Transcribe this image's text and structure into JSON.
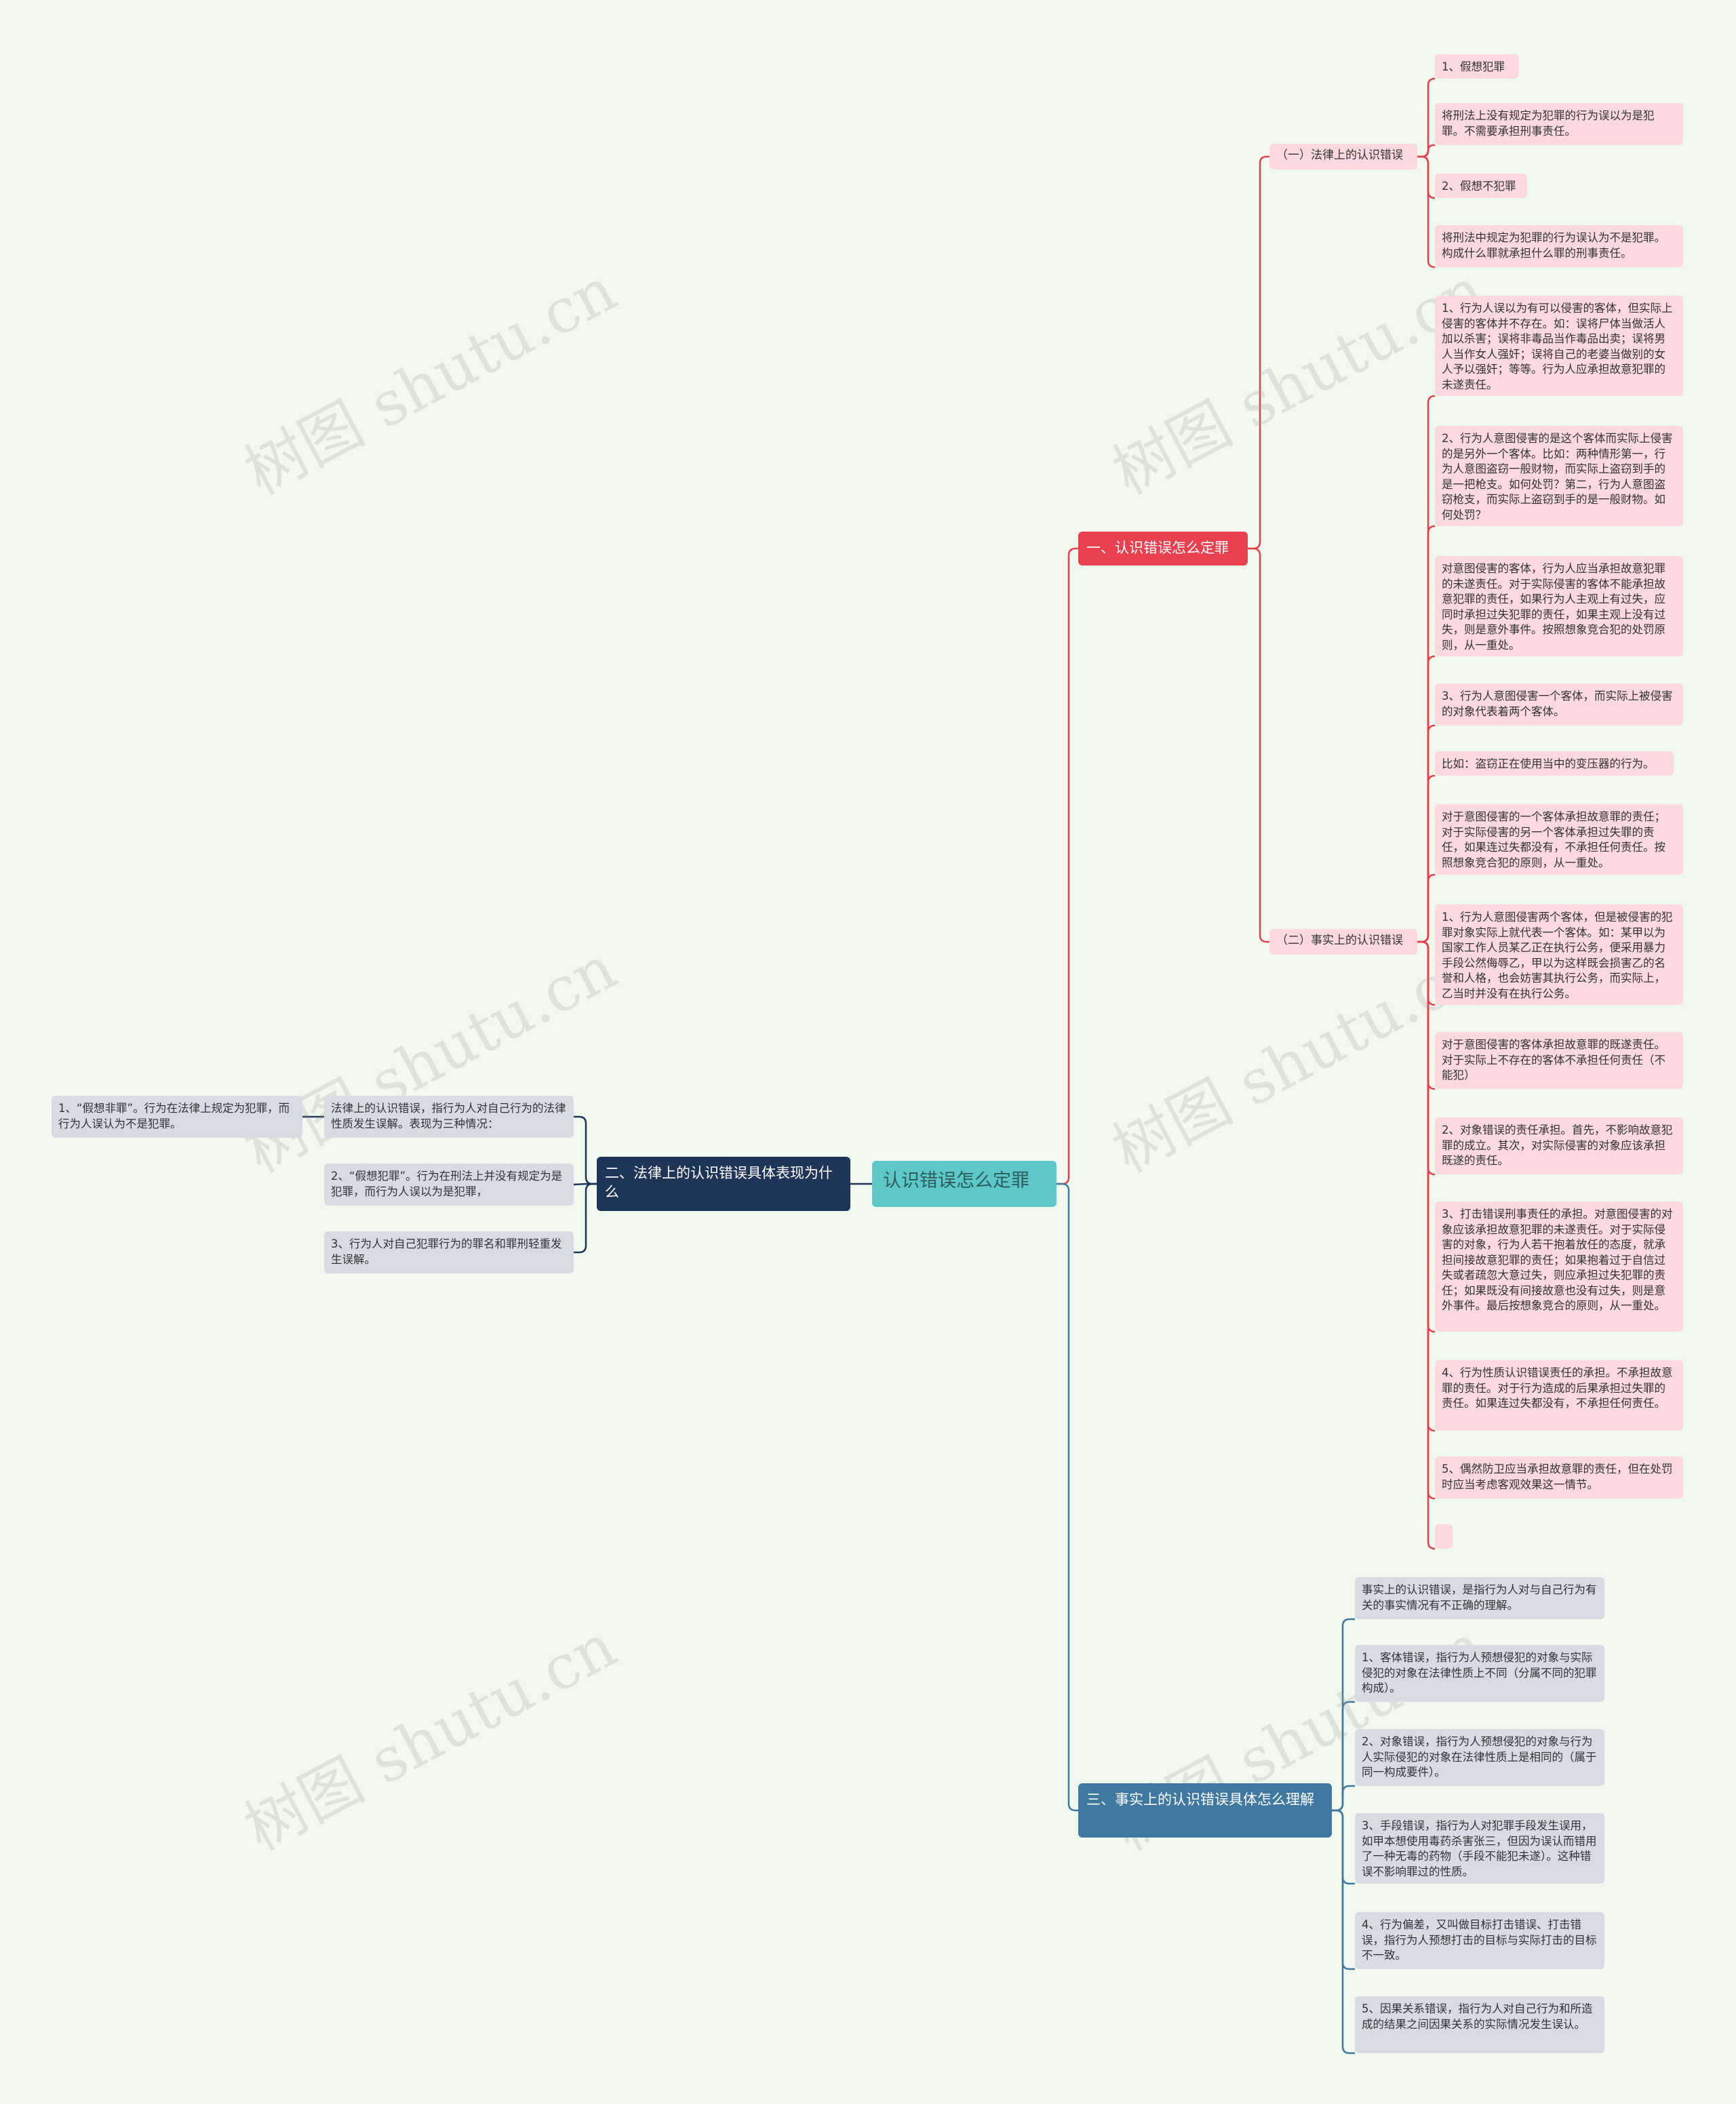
{
  "watermark": "树图 shutu.cn",
  "root": "认识错误怎么定罪",
  "branch1": {
    "title": "一、认识错误怎么定罪",
    "sub1": {
      "title": "（一）法律上的认识错误",
      "items": [
        "1、假想犯罪",
        "将刑法上没有规定为犯罪的行为误以为是犯罪。不需要承担刑事责任。",
        "2、假想不犯罪",
        "将刑法中规定为犯罪的行为误认为不是犯罪。构成什么罪就承担什么罪的刑事责任。"
      ]
    },
    "sub2": {
      "title": "（二）事实上的认识错误",
      "items": [
        "1、行为人误以为有可以侵害的客体，但实际上侵害的客体并不存在。如：误将尸体当做活人加以杀害；误将非毒品当作毒品出卖；误将男人当作女人强奸；误将自己的老婆当做别的女人予以强奸；等等。行为人应承担故意犯罪的未遂责任。",
        "2、行为人意图侵害的是这个客体而实际上侵害的是另外一个客体。比如：两种情形第一，行为人意图盗窃一般财物，而实际上盗窃到手的是一把枪支。如何处罚？第二，行为人意图盗窃枪支，而实际上盗窃到手的是一般财物。如何处罚？",
        "对意图侵害的客体，行为人应当承担故意犯罪的未遂责任。对于实际侵害的客体不能承担故意犯罪的责任，如果行为人主观上有过失，应同时承担过失犯罪的责任，如果主观上没有过失，则是意外事件。按照想象竞合犯的处罚原则，从一重处。",
        "3、行为人意图侵害一个客体，而实际上被侵害的对象代表着两个客体。",
        "比如：盗窃正在使用当中的变压器的行为。",
        "对于意图侵害的一个客体承担故意罪的责任；对于实际侵害的另一个客体承担过失罪的责任，如果连过失都没有，不承担任何责任。按照想象竞合犯的原则，从一重处。",
        "1、行为人意图侵害两个客体，但是被侵害的犯罪对象实际上就代表一个客体。如：某甲以为国家工作人员某乙正在执行公务，便采用暴力手段公然侮辱乙，甲以为这样既会损害乙的名誉和人格，也会妨害其执行公务，而实际上，乙当时并没有在执行公务。",
        "对于意图侵害的客体承担故意罪的既遂责任。对于实际上不存在的客体不承担任何责任（不能犯）",
        "2、对象错误的责任承担。首先，不影响故意犯罪的成立。其次，对实际侵害的对象应该承担既遂的责任。",
        "3、打击错误刑事责任的承担。对意图侵害的对象应该承担故意犯罪的未遂责任。对于实际侵害的对象，行为人若干抱着放任的态度，就承担间接故意犯罪的责任；如果抱着过于自信过失或者疏忽大意过失，则应承担过失犯罪的责任；如果既没有间接故意也没有过失，则是意外事件。最后按想象竞合的原则，从一重处。",
        "4、行为性质认识错误责任的承担。不承担故意罪的责任。对于行为造成的后果承担过失罪的责任。如果连过失都没有，不承担任何责任。",
        "5、偶然防卫应当承担故意罪的责任，但在处罚时应当考虑客观效果这一情节。",
        ""
      ]
    }
  },
  "branch2": {
    "title": "二、法律上的认识错误具体表现为什么",
    "items": [
      "法律上的认识错误，指行为人对自己行为的法律性质发生误解。表现为三种情况：",
      "2、“假想犯罪”。行为在刑法上并没有规定为是犯罪，而行为人误以为是犯罪，",
      "3、行为人对自己犯罪行为的罪名和罪刑轻重发生误解。"
    ],
    "left_item": "1、“假想非罪”。行为在法律上规定为犯罪，而行为人误认为不是犯罪。"
  },
  "branch3": {
    "title": "三、事实上的认识错误具体怎么理解",
    "items": [
      "事实上的认识错误，是指行为人对与自己行为有关的事实情况有不正确的理解。",
      "1、客体错误，指行为人预想侵犯的对象与实际侵犯的对象在法律性质上不同（分属不同的犯罪构成）。",
      "2、对象错误，指行为人预想侵犯的对象与行为人实际侵犯的对象在法律性质上是相同的（属于同一构成要件）。",
      "3、手段错误，指行为人对犯罪手段发生误用，如甲本想使用毒药杀害张三，但因为误认而错用了一种无毒的药物（手段不能犯未遂）。这种错误不影响罪过的性质。",
      "4、行为偏差，又叫做目标打击错误、打击错误，指行为人预想打击的目标与实际打击的目标不一致。",
      "5、因果关系错误，指行为人对自己行为和所造成的结果之间因果关系的实际情况发生误认。"
    ]
  }
}
